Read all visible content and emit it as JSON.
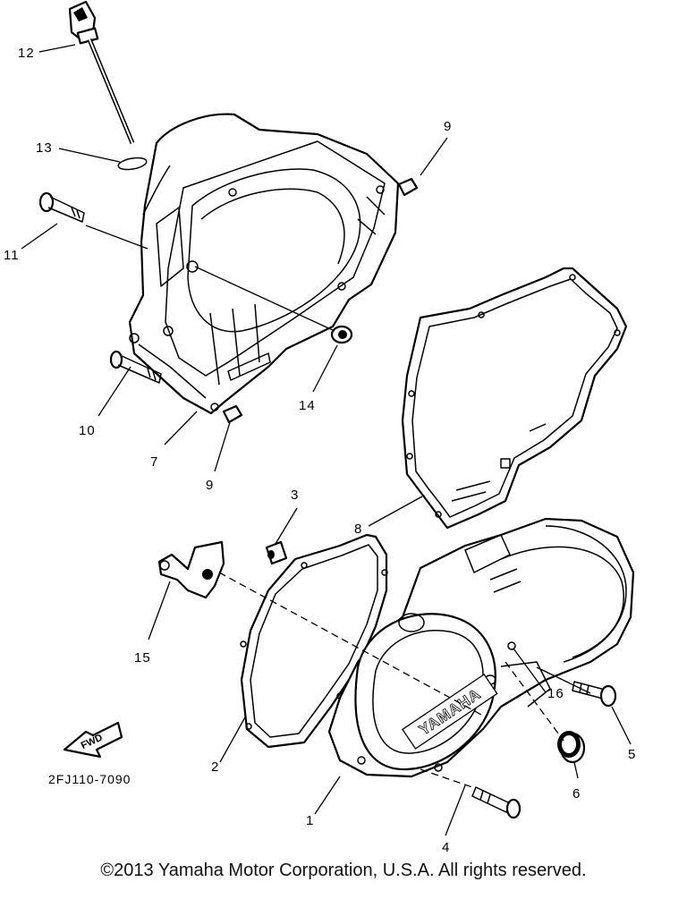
{
  "diagram": {
    "drawing_code": "2FJ110-7090",
    "fwd_label": "FWD",
    "brand_mark": "YAMAHA",
    "callouts": {
      "c1": "1",
      "c2": "2",
      "c3": "3",
      "c4": "4",
      "c5": "5",
      "c6": "6",
      "c7": "7",
      "c8": "8",
      "c9a": "9",
      "c9b": "9",
      "c10": "10",
      "c11": "11",
      "c12": "12",
      "c13": "13",
      "c14": "14",
      "c15": "15",
      "c16": "16"
    }
  },
  "footer": {
    "copyright": "©2013 Yamaha Motor Corporation, U.S.A. All rights reserved."
  }
}
